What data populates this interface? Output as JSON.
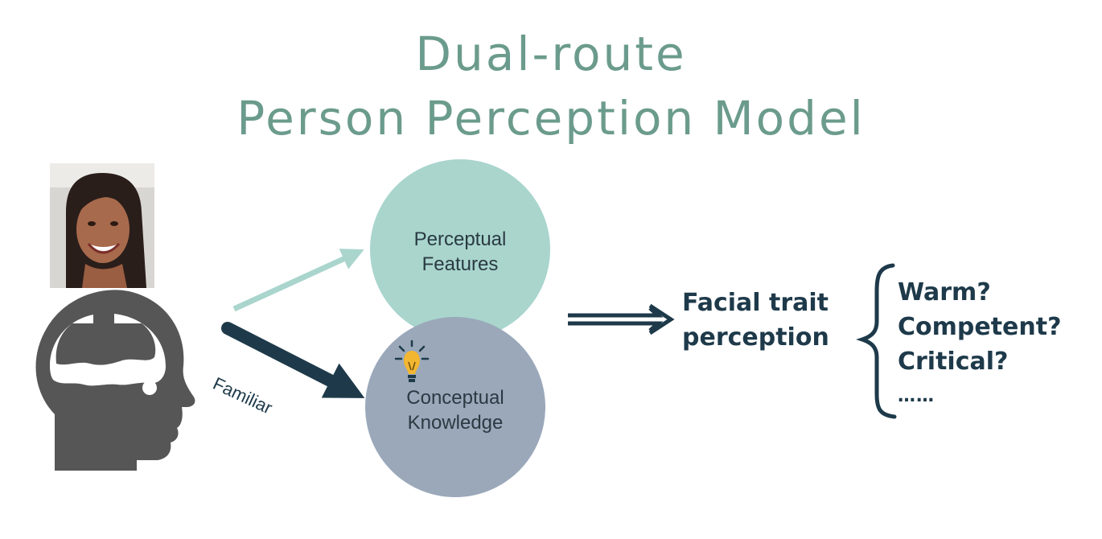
{
  "title": {
    "line1": "Dual-route",
    "line2": "Person Perception Model"
  },
  "colors": {
    "title": "#6b9b8c",
    "perceptual_node": "#a9d5cd",
    "conceptual_node": "#9aa8ba",
    "dark_arrow": "#1e3a4a",
    "light_arrow": "#a9d5cd",
    "head_icon": "#565656"
  },
  "nodes": {
    "perceptual": {
      "label_line1": "Perceptual",
      "label_line2": "Features"
    },
    "conceptual": {
      "label_line1": "Conceptual",
      "label_line2": "Knowledge",
      "icon": "lightbulb-icon"
    }
  },
  "routes": {
    "familiar_label": "Familiar"
  },
  "output": {
    "label_line1": "Facial trait",
    "label_line2": "perception"
  },
  "traits": [
    "Warm?",
    "Competent?",
    "Critical?",
    "……"
  ],
  "icons": {
    "head": "head-download-icon",
    "photo": "face-photo"
  }
}
